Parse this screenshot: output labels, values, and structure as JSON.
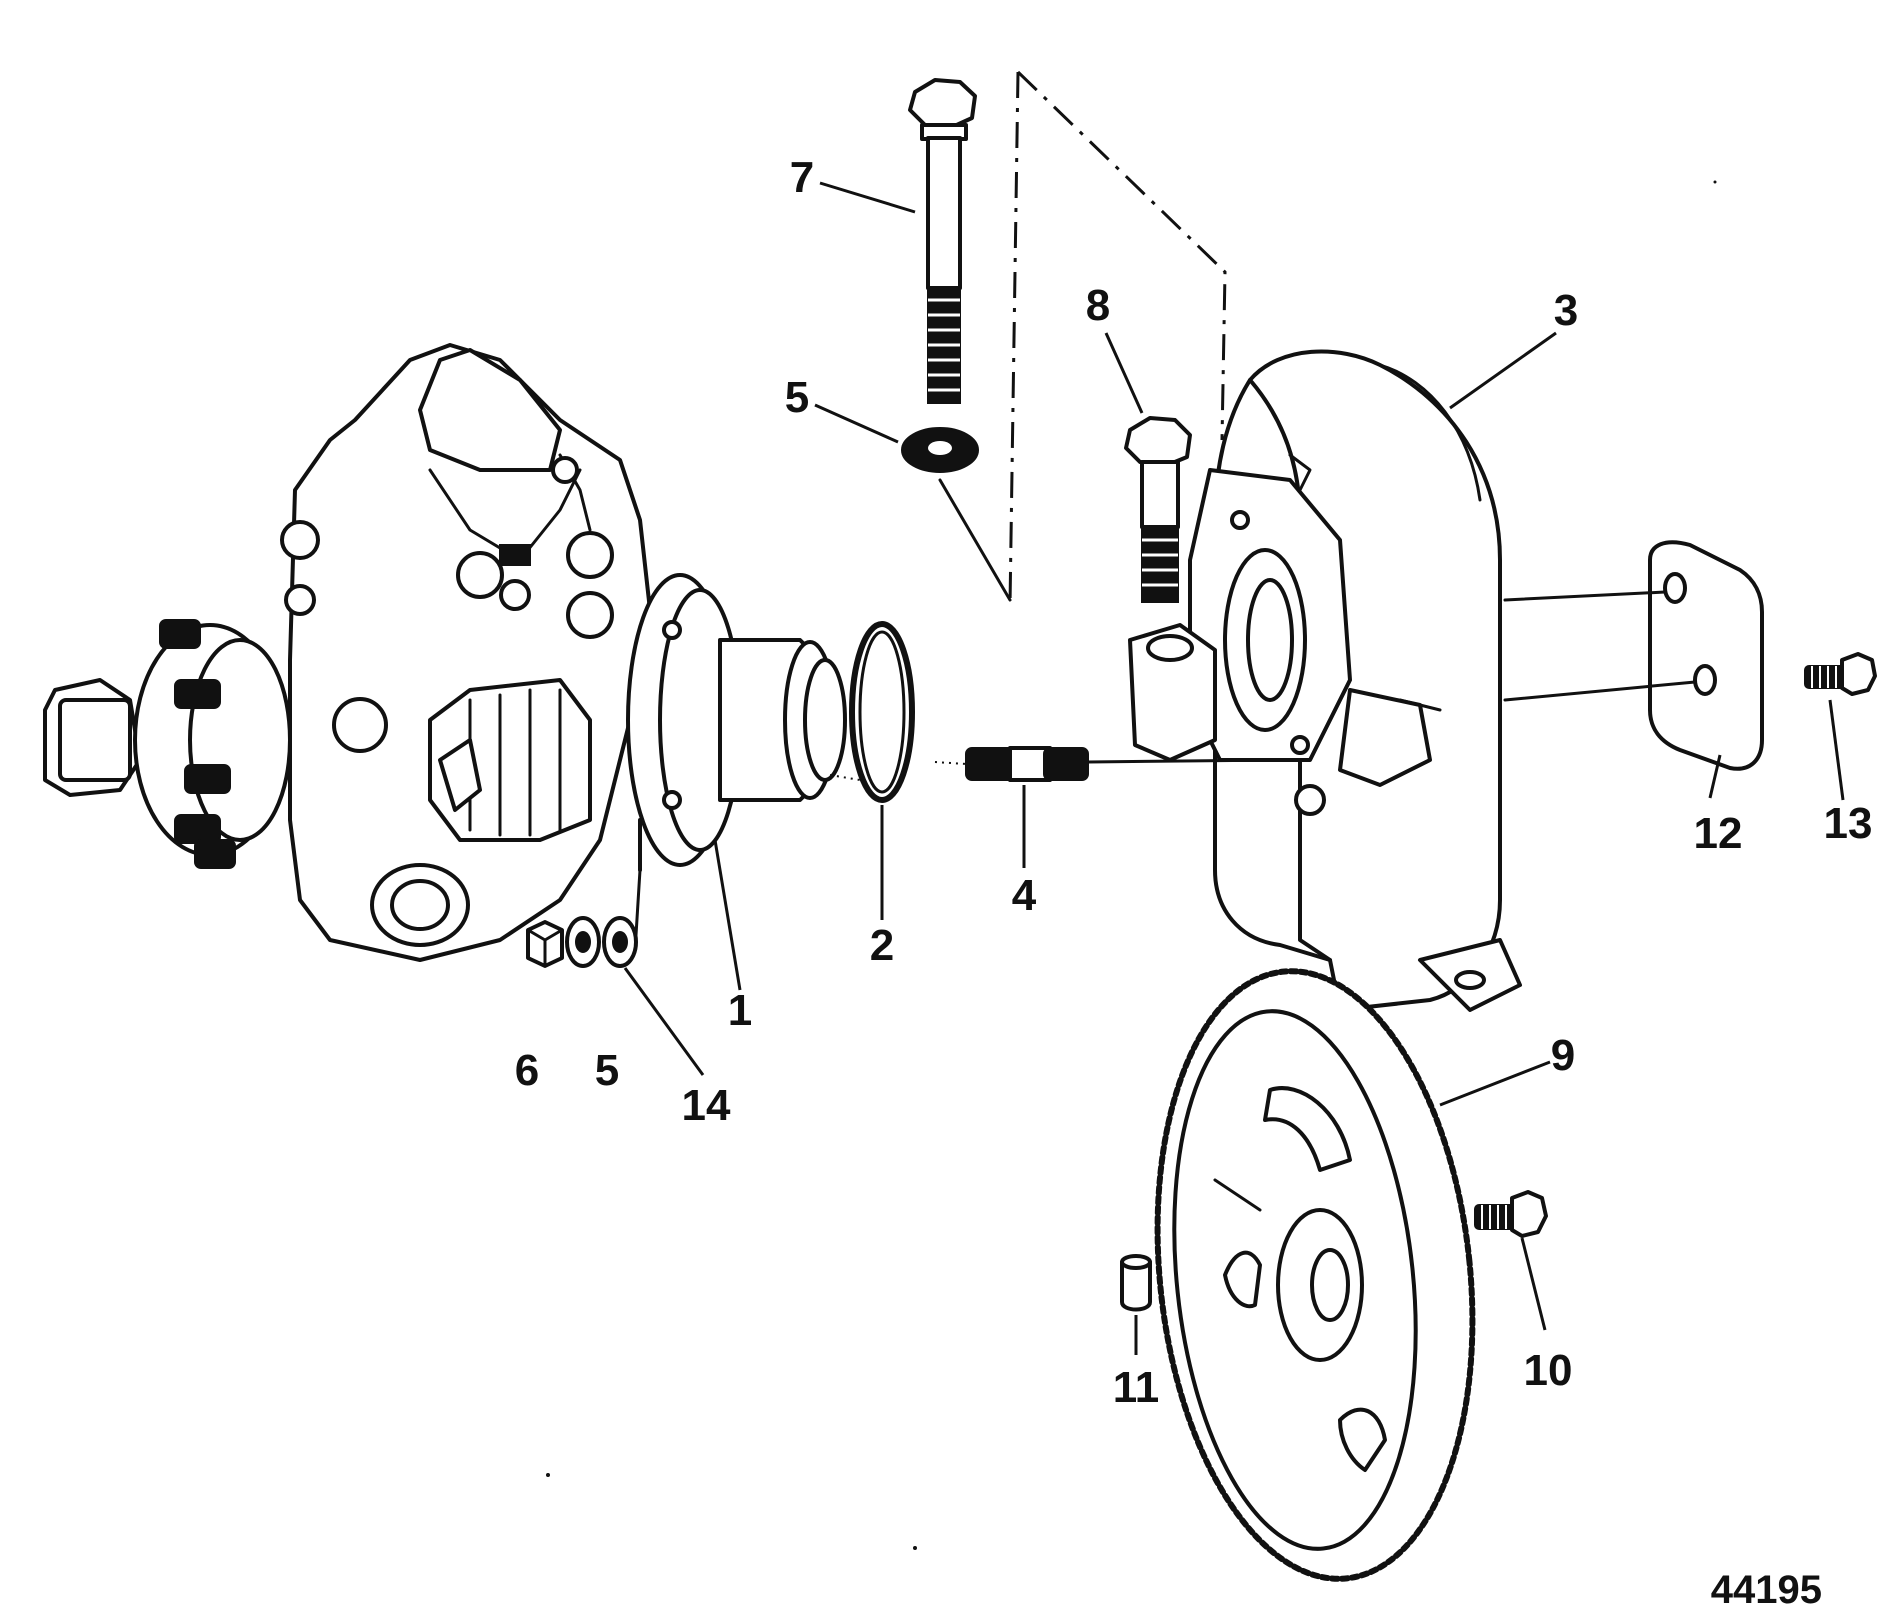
{
  "diagram": {
    "figure_number": "44195",
    "callouts": [
      {
        "id": "c1",
        "label": "1"
      },
      {
        "id": "c2",
        "label": "2"
      },
      {
        "id": "c3",
        "label": "3"
      },
      {
        "id": "c4",
        "label": "4"
      },
      {
        "id": "c5a",
        "label": "5"
      },
      {
        "id": "c5b",
        "label": "5"
      },
      {
        "id": "c6",
        "label": "6"
      },
      {
        "id": "c7",
        "label": "7"
      },
      {
        "id": "c8",
        "label": "8"
      },
      {
        "id": "c9",
        "label": "9"
      },
      {
        "id": "c10",
        "label": "10"
      },
      {
        "id": "c11",
        "label": "11"
      },
      {
        "id": "c12",
        "label": "12"
      },
      {
        "id": "c13",
        "label": "13"
      },
      {
        "id": "c14",
        "label": "14"
      }
    ]
  }
}
